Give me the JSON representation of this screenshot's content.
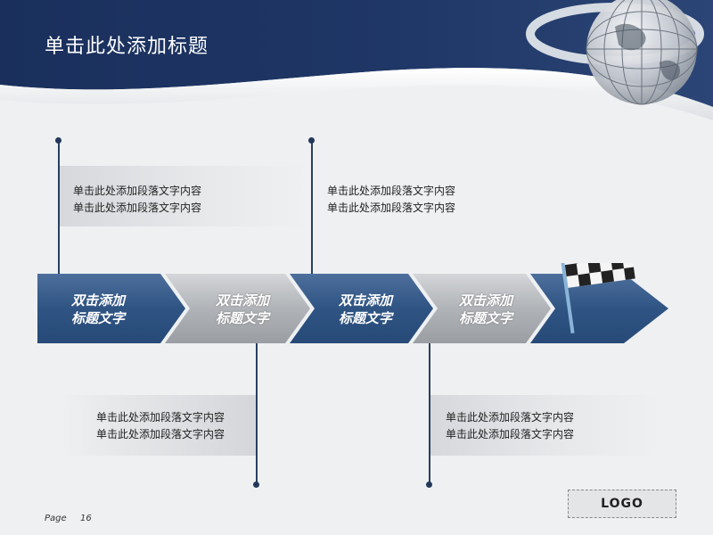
{
  "slide": {
    "title": "单击此处添加标题"
  },
  "steps": [
    {
      "line1": "双击添加",
      "line2": "标题文字"
    },
    {
      "line1": "双击添加",
      "line2": "标题文字"
    },
    {
      "line1": "双击添加",
      "line2": "标题文字"
    },
    {
      "line1": "双击添加",
      "line2": "标题文字"
    }
  ],
  "notes": [
    {
      "line1": "单击此处添加段落文字内容",
      "line2": "单击此处添加段落文字内容"
    },
    {
      "line1": "单击此处添加段落文字内容",
      "line2": "单击此处添加段落文字内容"
    },
    {
      "line1": "单击此处添加段落文字内容",
      "line2": "单击此处添加段落文字内容"
    },
    {
      "line1": "单击此处添加段落文字内容",
      "line2": "单击此处添加段落文字内容"
    }
  ],
  "logo": "LOGO",
  "footer": {
    "page_label": "Page",
    "page_number": "16"
  },
  "colors": {
    "header_blue": "#1e3562",
    "step_blue": "#2f5483",
    "step_gray": "#a9acb0",
    "connector": "#22385a"
  },
  "icons": [
    "globe-icon",
    "checkered-flag-icon"
  ]
}
